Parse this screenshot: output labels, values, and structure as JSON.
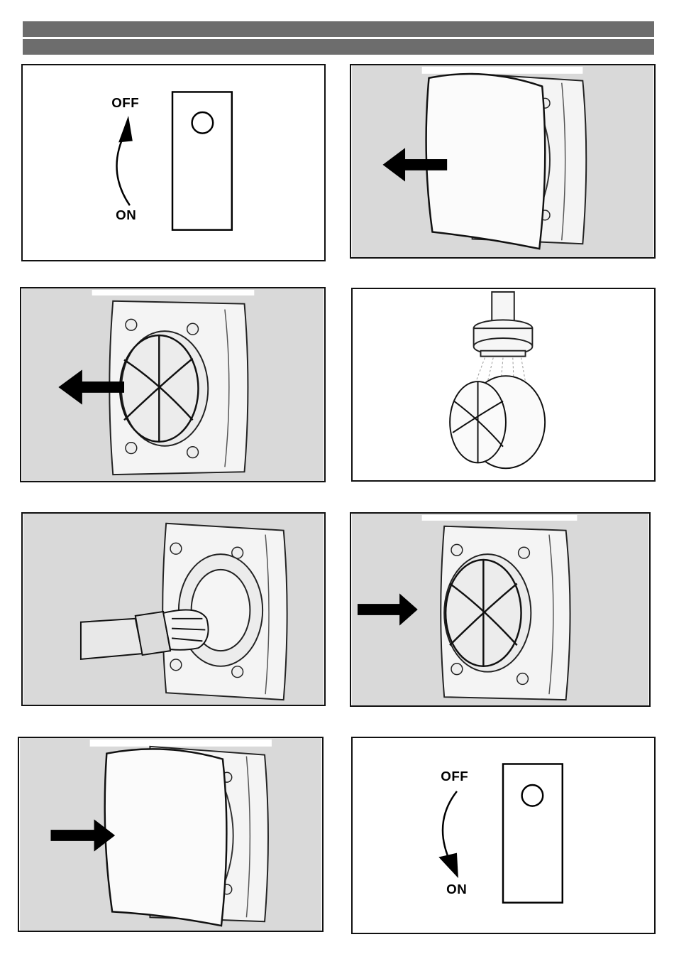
{
  "header": {
    "bars": 2
  },
  "steps": [
    {
      "id": 1,
      "type": "switch",
      "direction": "on-to-off",
      "off_label": "OFF",
      "on_label": "ON"
    },
    {
      "id": 2,
      "type": "photo",
      "action": "remove-front-cover",
      "arrow": "left"
    },
    {
      "id": 3,
      "type": "photo",
      "action": "remove-grille",
      "arrow": "left"
    },
    {
      "id": 4,
      "type": "drawing",
      "action": "wash-grille-under-tap"
    },
    {
      "id": 5,
      "type": "photo",
      "action": "clean-with-brush"
    },
    {
      "id": 6,
      "type": "photo",
      "action": "refit-grille",
      "arrow": "right"
    },
    {
      "id": 7,
      "type": "photo",
      "action": "refit-front-cover",
      "arrow": "right"
    },
    {
      "id": 8,
      "type": "switch",
      "direction": "off-to-on",
      "off_label": "OFF",
      "on_label": "ON"
    }
  ],
  "colors": {
    "header_bar": "#6d6d6d",
    "wall": "#d9d9d9",
    "arrow": "#000000",
    "border": "#111111"
  }
}
